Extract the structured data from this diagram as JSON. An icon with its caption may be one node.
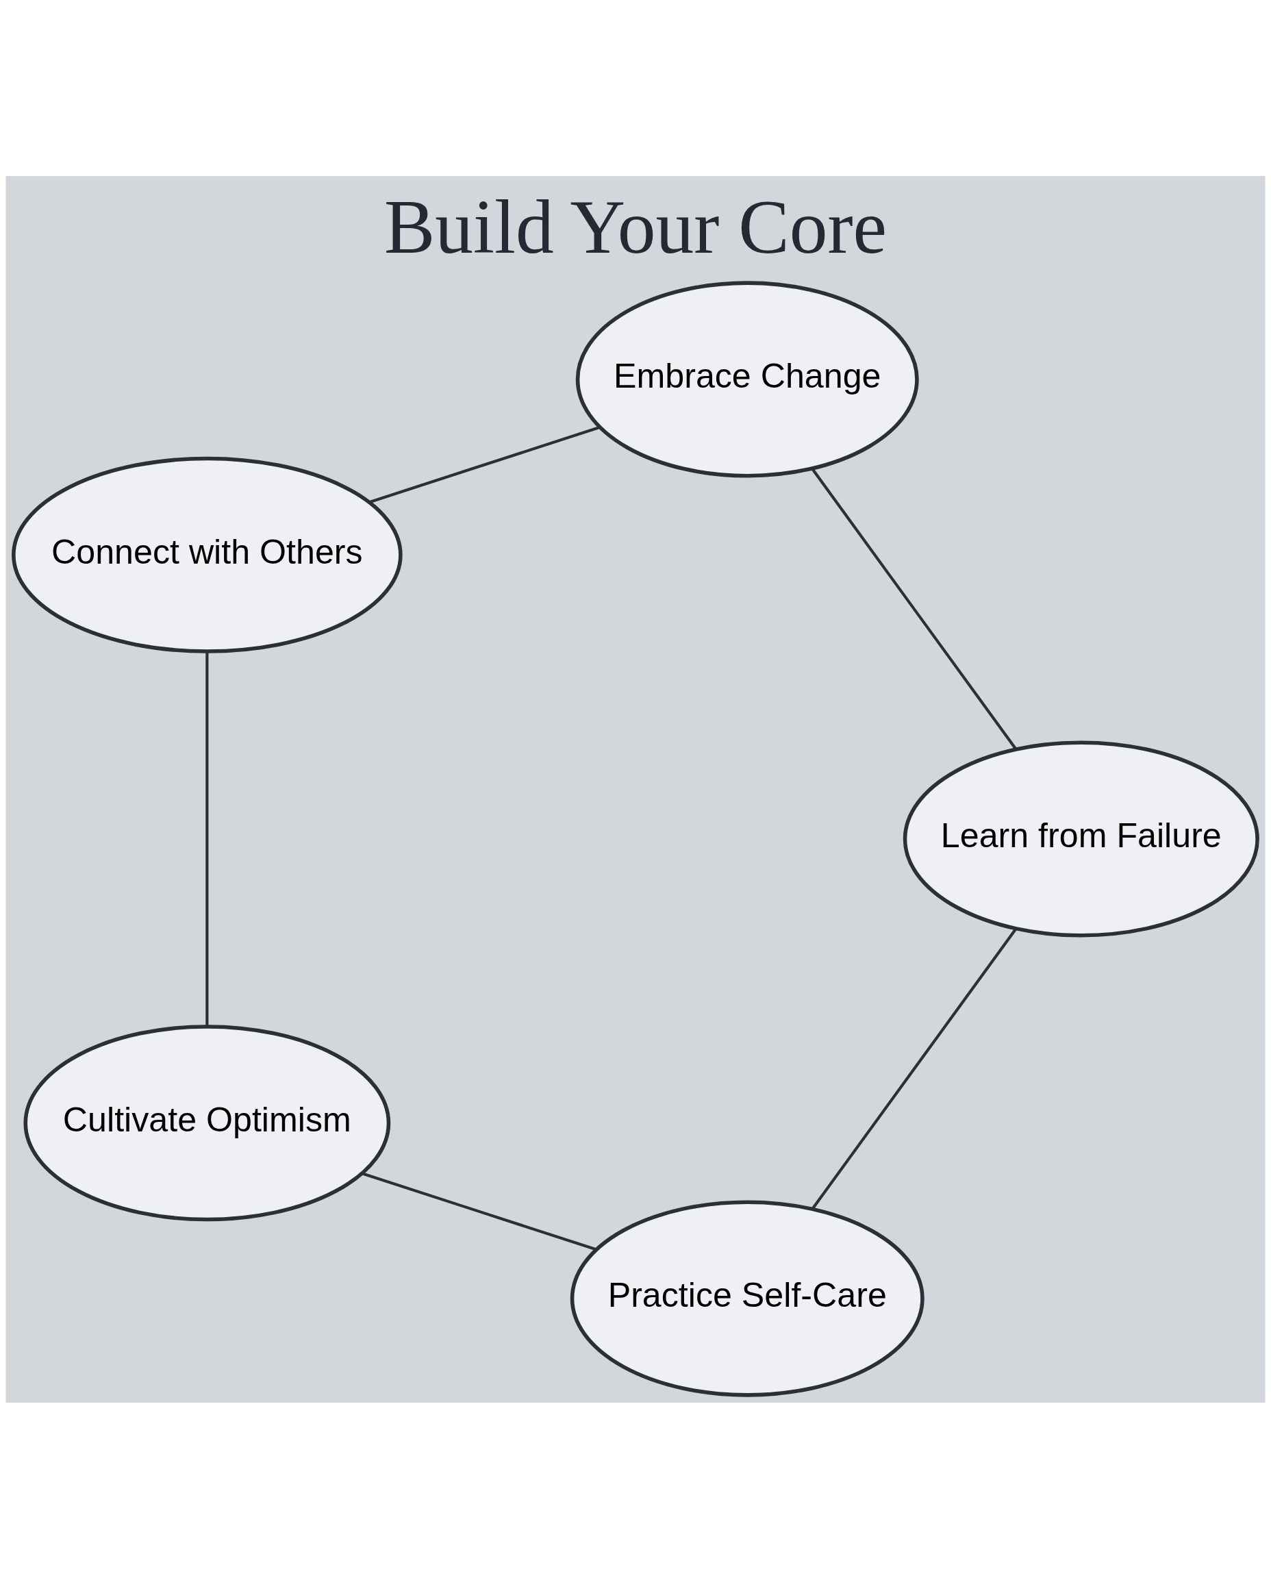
{
  "diagram": {
    "title": "Build Your Core",
    "nodes": [
      {
        "text": [
          "Practice Self-Care"
        ]
      },
      {
        "text": [
          "Learn from Failure"
        ]
      },
      {
        "text": [
          "Cultivate Optimism"
        ]
      },
      {
        "text": [
          "Embrace Change"
        ]
      },
      {
        "text": [
          "Connect with Others"
        ]
      }
    ],
    "edges": [
      {
        "from": 0,
        "to": 2,
        "arrow": "none"
      },
      {
        "from": 2,
        "to": 4,
        "arrow": "none"
      },
      {
        "from": 4,
        "to": 3,
        "arrow": "none"
      },
      {
        "from": 3,
        "to": 1,
        "arrow": "none"
      },
      {
        "from": 1,
        "to": 0,
        "arrow": "none"
      }
    ]
  }
}
